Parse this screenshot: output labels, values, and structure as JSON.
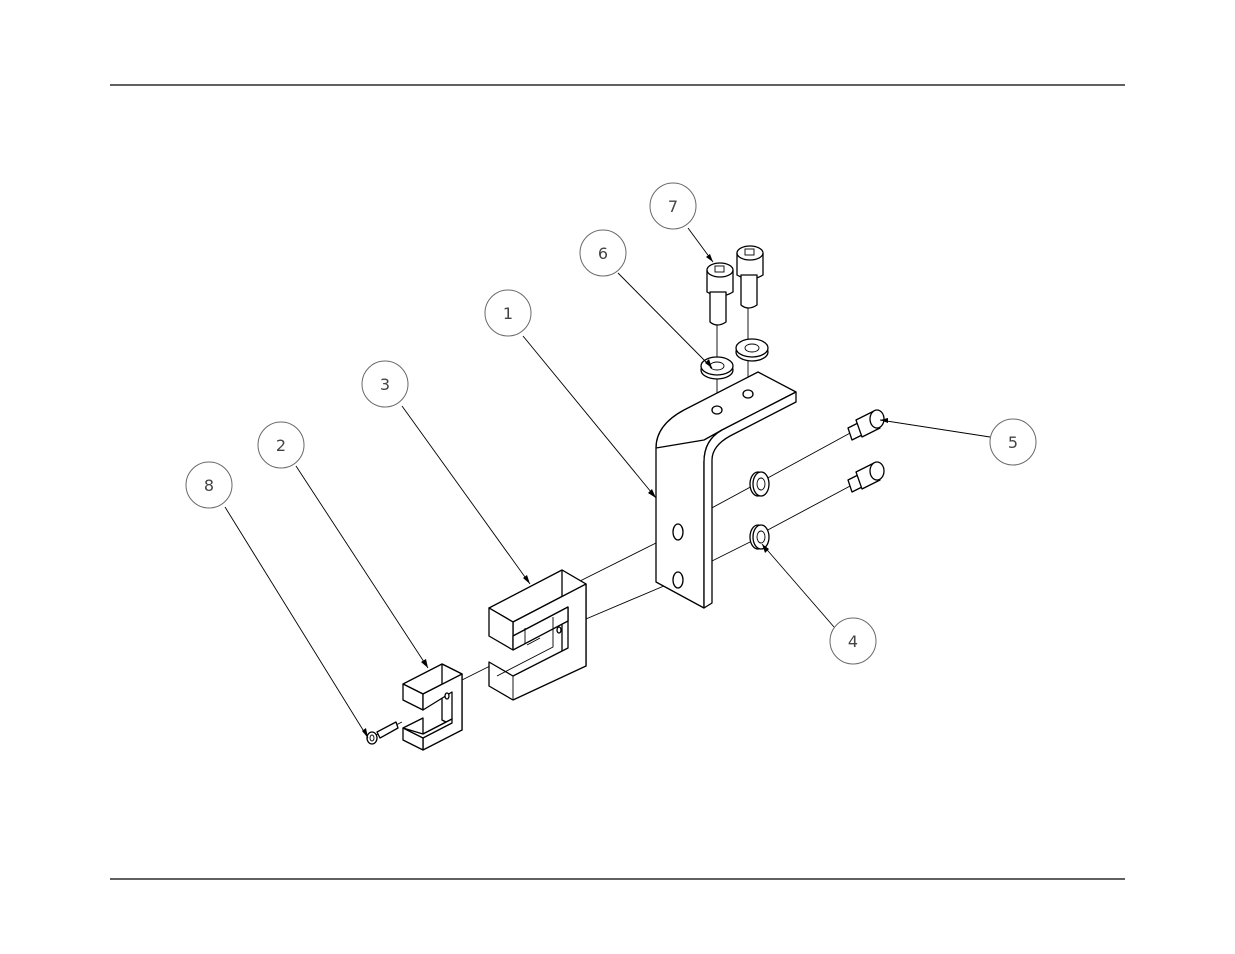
{
  "drawing": {
    "balloons": [
      {
        "id": "balloon-1",
        "label": "1"
      },
      {
        "id": "balloon-2",
        "label": "2"
      },
      {
        "id": "balloon-3",
        "label": "3"
      },
      {
        "id": "balloon-4",
        "label": "4"
      },
      {
        "id": "balloon-5",
        "label": "5"
      },
      {
        "id": "balloon-6",
        "label": "6"
      },
      {
        "id": "balloon-7",
        "label": "7"
      },
      {
        "id": "balloon-8",
        "label": "8"
      }
    ]
  }
}
